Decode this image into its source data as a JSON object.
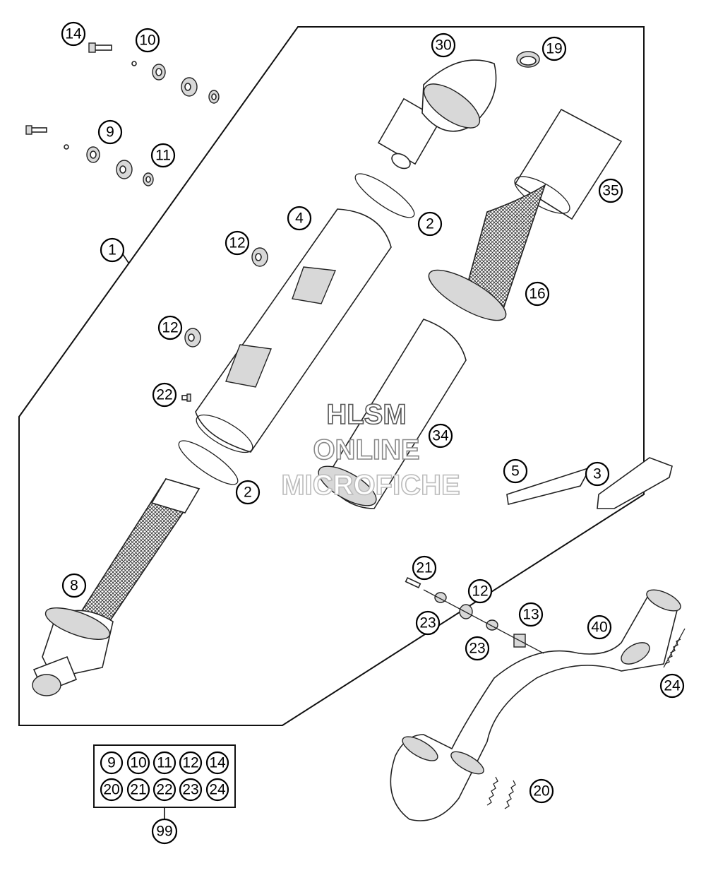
{
  "watermark": {
    "line1": "HLSM",
    "line2": "ONLINE",
    "line3": "MICROFICHE"
  },
  "callouts": {
    "c14": "14",
    "c10": "10",
    "c9": "9",
    "c11": "11",
    "c1": "1",
    "c30": "30",
    "c19": "19",
    "c35": "35",
    "c2a": "2",
    "c4": "4",
    "c12a": "12",
    "c12b": "12",
    "c16": "16",
    "c22": "22",
    "c34": "34",
    "c2b": "2",
    "c5": "5",
    "c3": "3",
    "c8": "8",
    "c21": "21",
    "c12c": "12",
    "c23a": "23",
    "c13": "13",
    "c23b": "23",
    "c40": "40",
    "c24": "24",
    "c20": "20"
  },
  "kit": {
    "row1": [
      "9",
      "10",
      "11",
      "12",
      "14"
    ],
    "row2": [
      "20",
      "21",
      "22",
      "23",
      "24"
    ],
    "label": "99"
  }
}
